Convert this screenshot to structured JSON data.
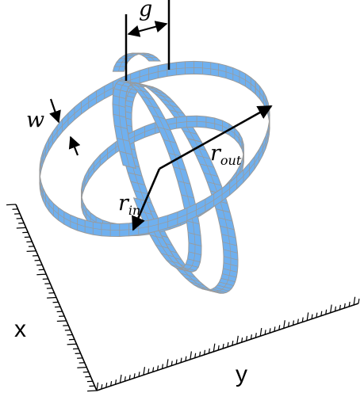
{
  "labels": {
    "gap": "g",
    "width": "w",
    "r_out_base": "r",
    "r_out_sub": "out",
    "r_in_base": "r",
    "r_in_sub": "in",
    "axis_x": "x",
    "axis_y": "y"
  },
  "colors": {
    "ribbon_fill": "#6fb0ef",
    "ribbon_back": "#5c9ee0",
    "mesh": "#9a9a9a",
    "ink": "#000000"
  }
}
